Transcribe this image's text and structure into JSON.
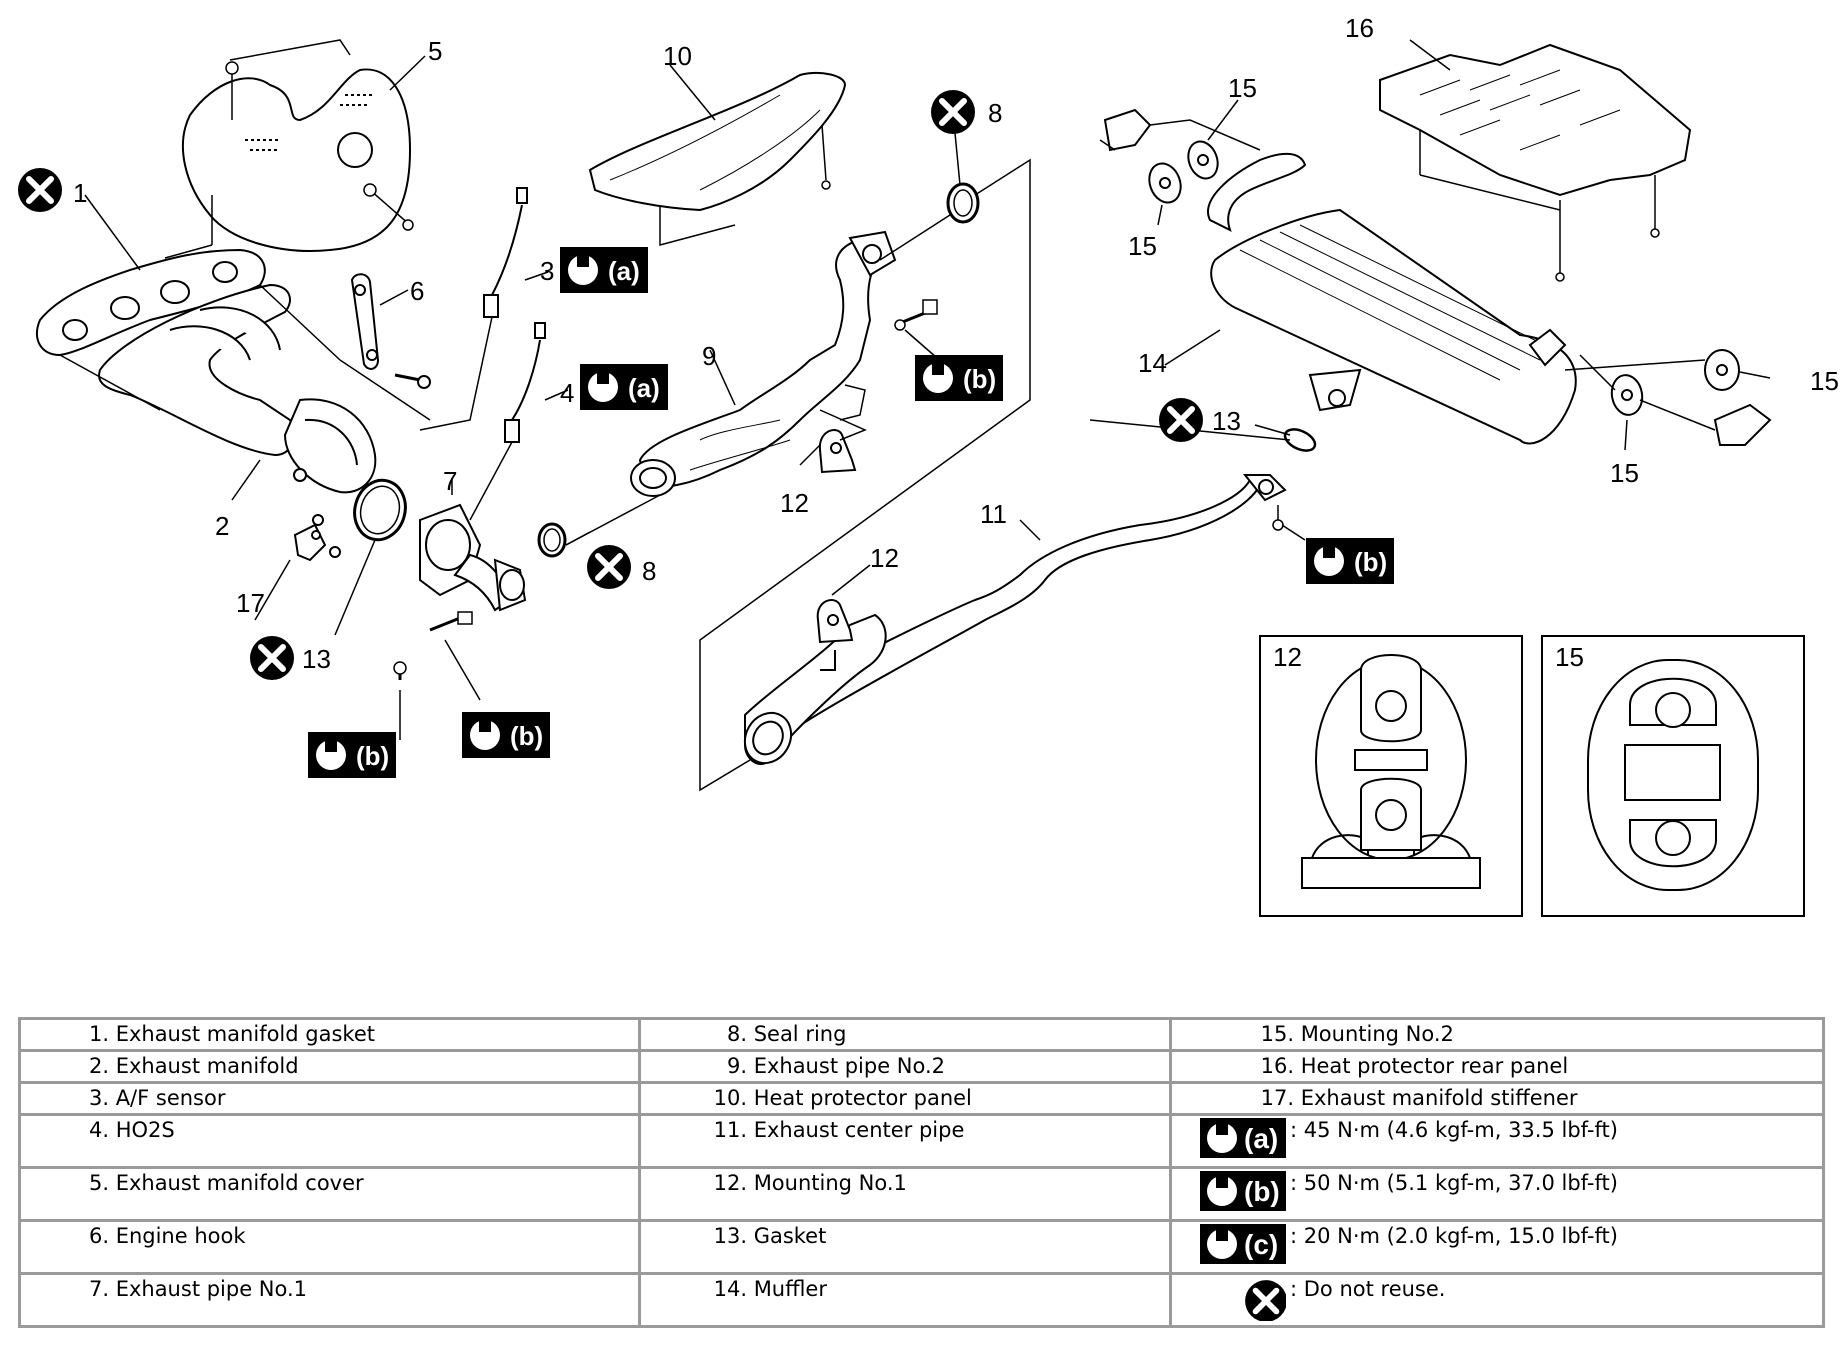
{
  "callouts": {
    "c1": "1",
    "c2": "2",
    "c3": "3",
    "c4": "4",
    "c5": "5",
    "c6": "6",
    "c7": "7",
    "c8a": "8",
    "c8b": "8",
    "c9": "9",
    "c10": "10",
    "c11": "11",
    "c12a": "12",
    "c12b": "12",
    "c13a": "13",
    "c13b": "13",
    "c14": "14",
    "c15a": "15",
    "c15b": "15",
    "c15c": "15",
    "c15d": "15",
    "c16": "16",
    "c17": "17"
  },
  "badges": {
    "b3": "(a)",
    "b4": "(a)",
    "b9": "(b)",
    "b11": "(b)",
    "b7a": "(b)",
    "b7b": "(b)"
  },
  "details": {
    "d12": "12",
    "d15": "15"
  },
  "legend": {
    "rows": [
      {
        "n1": "1.",
        "t1": "Exhaust manifold gasket",
        "n2": "8.",
        "t2": "Seal ring",
        "n3": "15.",
        "t3": "Mounting No.2"
      },
      {
        "n1": "2.",
        "t1": "Exhaust manifold",
        "n2": "9.",
        "t2": "Exhaust pipe No.2",
        "n3": "16.",
        "t3": "Heat protector rear panel"
      },
      {
        "n1": "3.",
        "t1": "A/F sensor",
        "n2": "10.",
        "t2": "Heat protector panel",
        "n3": "17.",
        "t3": "Exhaust manifold stiffener"
      }
    ],
    "tall_rows": [
      {
        "n1": "4.",
        "t1": "HO2S",
        "n2": "11.",
        "t2": "Exhaust center pipe"
      },
      {
        "n1": "5.",
        "t1": "Exhaust manifold cover",
        "n2": "12.",
        "t2": "Mounting No.1"
      },
      {
        "n1": "6.",
        "t1": "Engine hook",
        "n2": "13.",
        "t2": "Gasket"
      },
      {
        "n1": "7.",
        "t1": "Exhaust pipe No.1",
        "n2": "14.",
        "t2": "Muffler"
      }
    ],
    "torque_a": {
      "letter": "(a)",
      "sep": ":",
      "value": "45 N·m (4.6 kgf-m, 33.5 lbf-ft)"
    },
    "torque_b": {
      "letter": "(b)",
      "sep": ":",
      "value": "50 N·m (5.1 kgf-m, 37.0 lbf-ft)"
    },
    "torque_c": {
      "letter": "(c)",
      "sep": ":",
      "value": "20 N·m (2.0 kgf-m, 15.0 lbf-ft)"
    },
    "no_reuse": {
      "sep": ":",
      "value": "Do not reuse."
    }
  }
}
